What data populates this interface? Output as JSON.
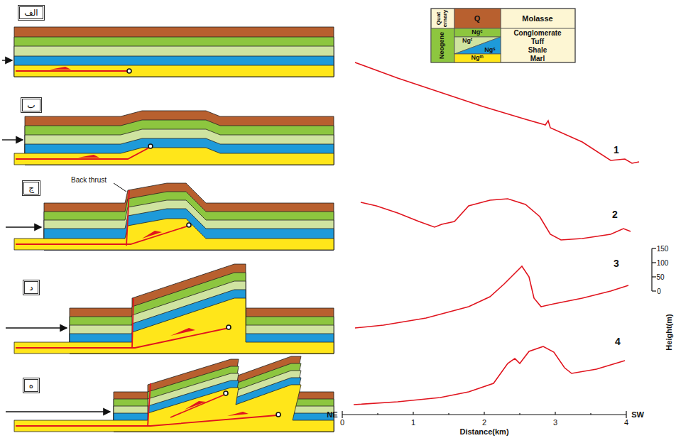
{
  "diagram": {
    "nodes": [
      {
        "text": [
          "الف"
        ]
      },
      {
        "text": [
          "ب"
        ]
      },
      {
        "text": [
          "ج"
        ]
      },
      {
        "text": [
          "د"
        ]
      },
      {
        "text": [
          "ه"
        ]
      }
    ],
    "labels": [
      "Quat ernary",
      "Q",
      "Neogene",
      "Ngᶜ",
      "Ngᵗ",
      "Ngˢ",
      "Ngᵐ",
      "Back thrust",
      "1",
      "2",
      "3",
      "4",
      "150",
      "100",
      "50",
      "0",
      "Height(m)",
      "NE",
      "0",
      "1",
      "2",
      "3",
      "4",
      "SW",
      "Distance(km)"
    ],
    "legend": [
      {
        "text": "Molasse",
        "color": "#b8602f"
      },
      {
        "text": "Conglomerate",
        "color": "#8dc63f"
      },
      {
        "text": "Tuff",
        "color": "#cfe3a0"
      },
      {
        "text": "Shale",
        "color": "#1e9ad9"
      },
      {
        "text": "Marl",
        "color": "#ffe61a"
      }
    ]
  }
}
